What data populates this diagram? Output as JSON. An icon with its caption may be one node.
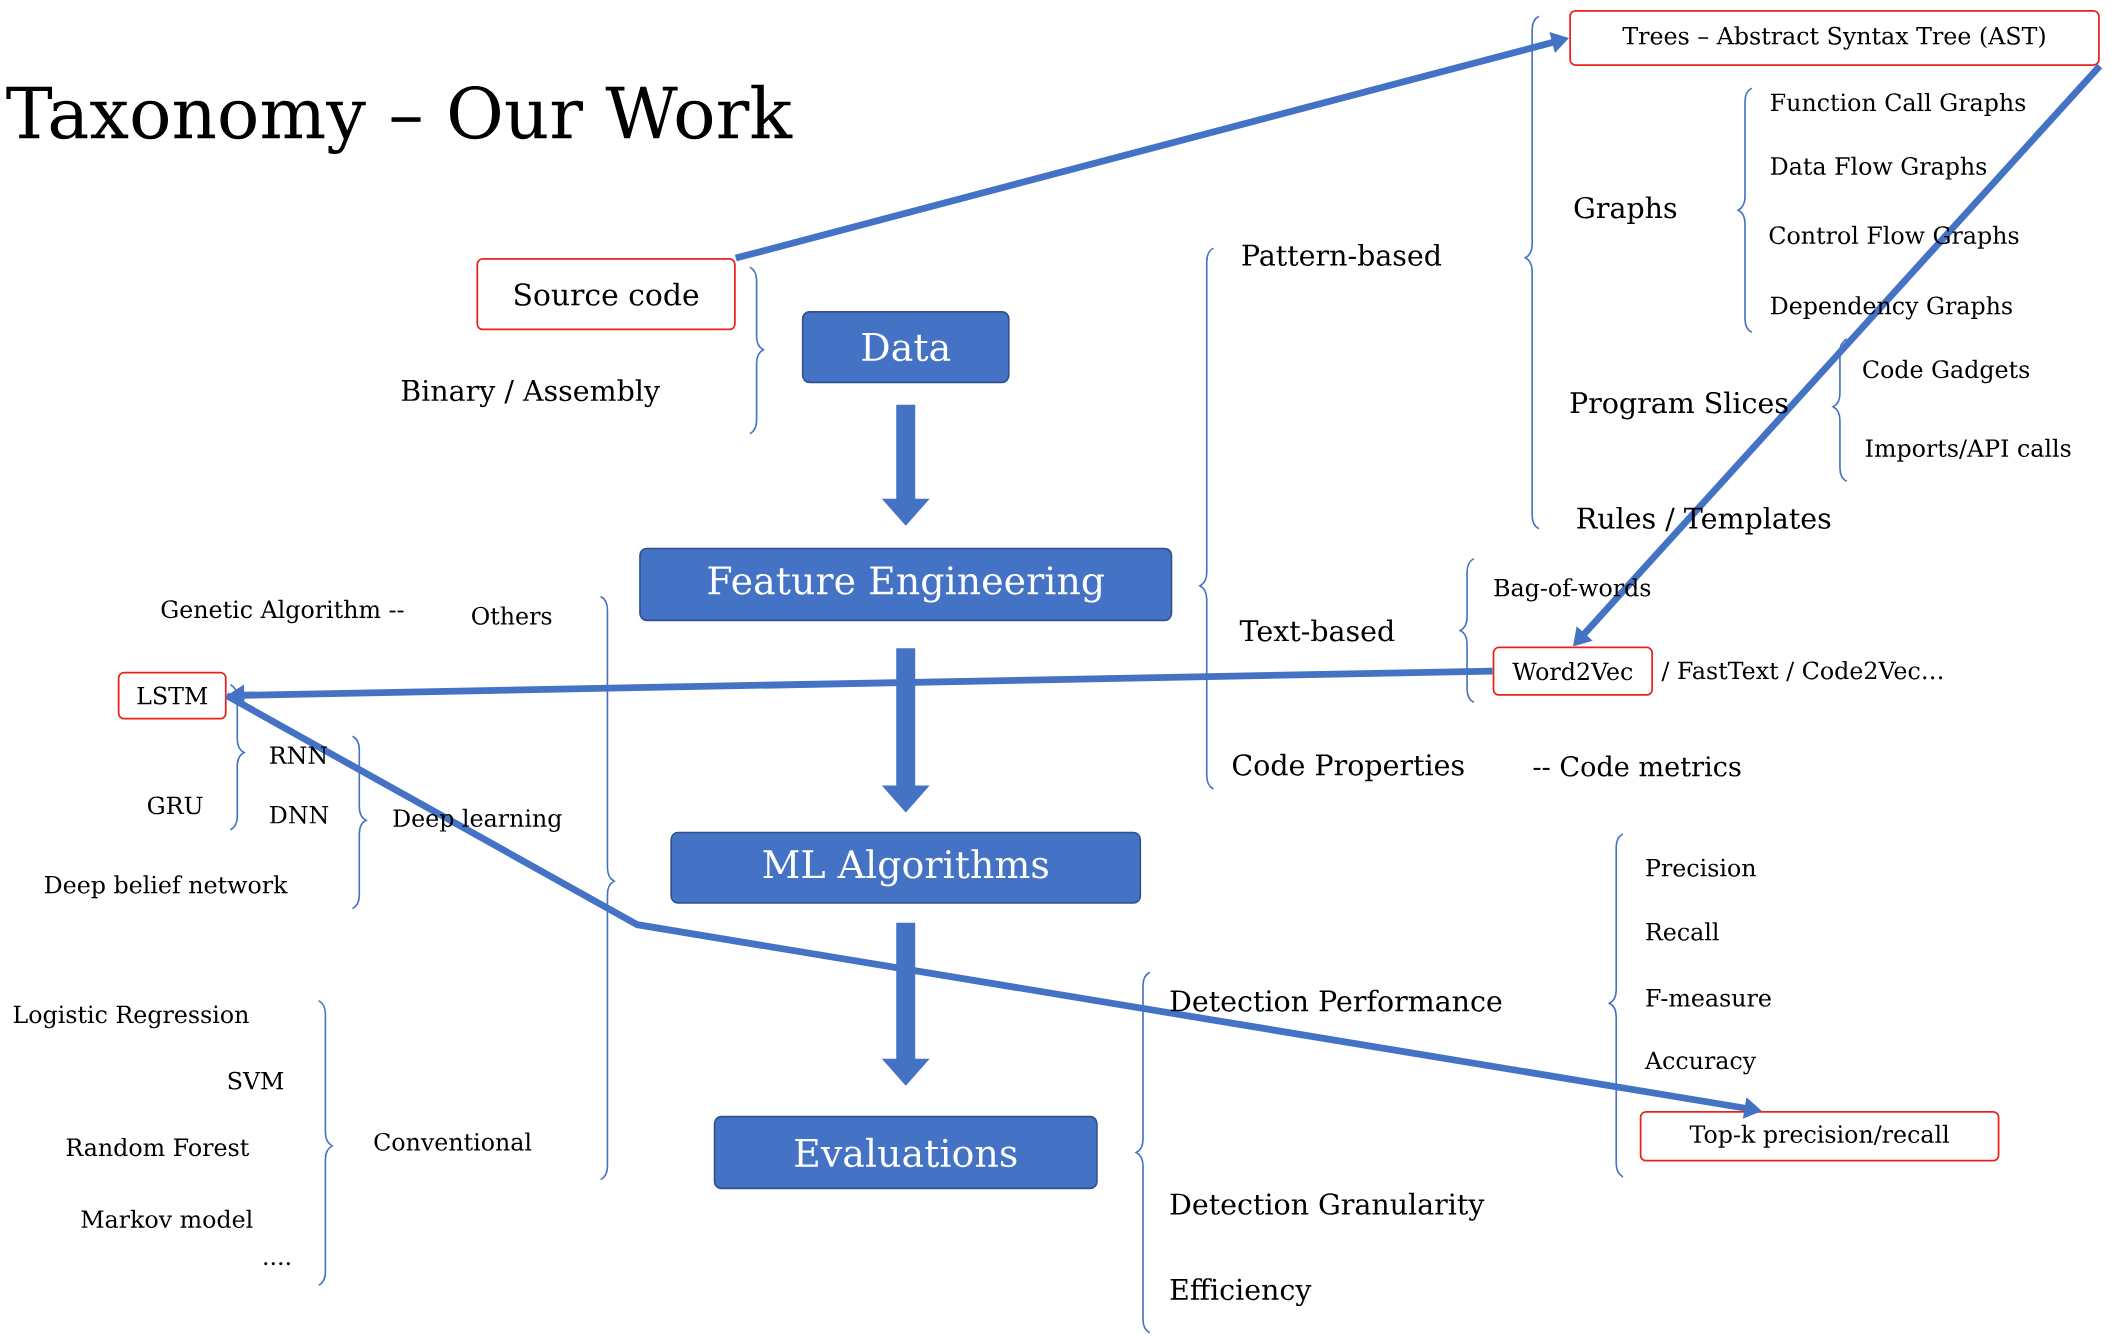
{
  "diagram": {
    "title": "Taxonomy – Our Work",
    "nodes": [
      {
        "text": [
          "Trees – Abstract Syntax Tree (AST)"
        ]
      },
      {
        "text": [
          "Source code"
        ]
      },
      {
        "text": [
          "Data"
        ]
      },
      {
        "text": [
          "Feature Engineering"
        ]
      },
      {
        "text": [
          "Word2Vec"
        ],
        "beside": [
          "/ FastText / Code2Vec…"
        ]
      },
      {
        "text": [
          "LSTM"
        ]
      },
      {
        "text": [
          "ML Algorithms"
        ]
      },
      {
        "text": [
          "Top-k precision/recall"
        ]
      },
      {
        "text": [
          "Evaluations"
        ]
      }
    ],
    "edges": [
      {
        "from": 1,
        "to": 0,
        "arrow": "to"
      },
      {
        "from": 0,
        "to": 4,
        "arrow": "to"
      },
      {
        "from": 4,
        "to": 5,
        "arrow": "to"
      },
      {
        "from": 5,
        "to": 7,
        "arrow": "to"
      },
      {
        "from": 2,
        "to": 3,
        "arrow": "to",
        "style": "thick"
      },
      {
        "from": 3,
        "to": 6,
        "arrow": "to",
        "style": "thick"
      },
      {
        "from": 6,
        "to": 8,
        "arrow": "to",
        "style": "thick"
      }
    ],
    "labels": [
      "Function Call Graphs",
      "Data Flow Graphs",
      "Graphs",
      "Control Flow Graphs",
      "Pattern-based",
      "Dependency Graphs",
      "Code Gadgets",
      "Binary / Assembly",
      "Program Slices",
      "Imports/API calls",
      "Rules / Templates",
      "Bag-of-words",
      "Genetic Algorithm --",
      "Others",
      "Text-based",
      "RNN",
      "Code Properties",
      "-- Code metrics",
      "GRU",
      "DNN",
      "Deep learning",
      "Precision",
      "Deep belief network",
      "Recall",
      "Detection Performance",
      "F-measure",
      "Logistic Regression",
      "Accuracy",
      "SVM",
      "Random Forest",
      "Conventional",
      "Detection Granularity",
      "Markov model",
      "....",
      "Efficiency"
    ]
  }
}
